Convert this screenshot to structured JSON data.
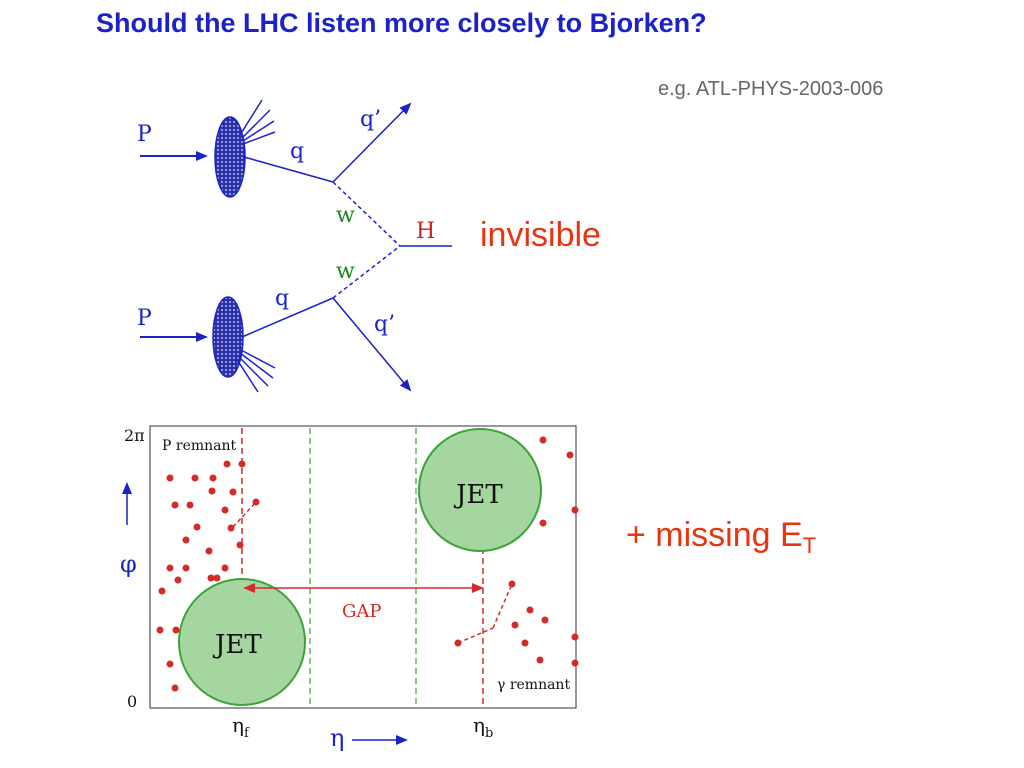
{
  "slide": {
    "title": "Should the LHC listen more closely to Bjorken?",
    "reference": "e.g. ATL-PHYS-2003-006",
    "invisible_label": "invisible",
    "missing_prefix": "+ missing E",
    "missing_subscript": "T"
  },
  "feynman": {
    "proton_top": "P",
    "proton_bottom": "P",
    "quark_top": "q",
    "quark_bottom": "q",
    "quark_out_top": "q’",
    "quark_out_bottom": "q’",
    "boson_top": "w",
    "boson_bottom": "w",
    "higgs": "H"
  },
  "plot": {
    "y_top_tick": "2π",
    "y_bottom_tick": "0",
    "y_axis_symbol": "φ",
    "x_axis_symbol": "η",
    "eta_f": "η",
    "eta_f_sub": "f",
    "eta_b": "η",
    "eta_b_sub": "b",
    "p_remnant": "P remnant",
    "gamma_remnant": "γ remnant",
    "jet_low": "JET",
    "jet_high": "JET",
    "gap_label": "GAP"
  },
  "colors": {
    "title": "#1a22c8",
    "accent": "#e8340f",
    "feynman_line": "#1a22c8",
    "jet_fill": "#a6d6a0",
    "jet_stroke": "#3aa33a",
    "dots": "#d42a2a"
  }
}
